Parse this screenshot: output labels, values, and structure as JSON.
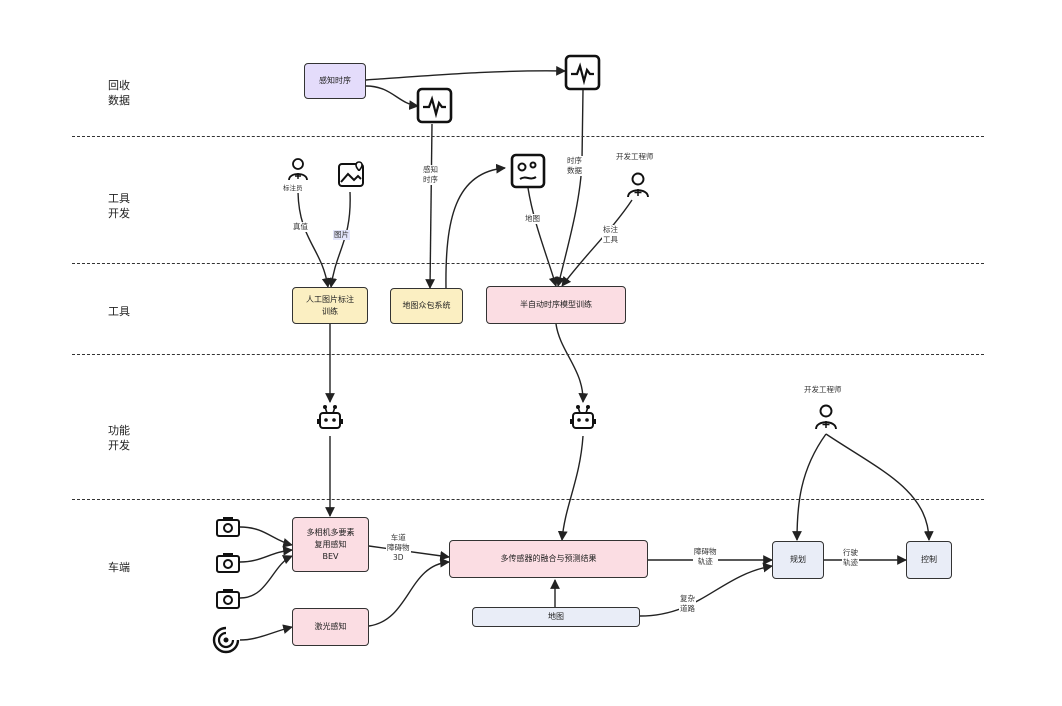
{
  "lanes": [
    {
      "label": "回收\n数据"
    },
    {
      "label": "工具\n开发"
    },
    {
      "label": "工具"
    },
    {
      "label": "功能\n开发"
    },
    {
      "label": "车端"
    }
  ],
  "nodes": {
    "perception_timing": "感知时序",
    "manual_image_labeling": "人工图片标注\n训练",
    "map_crowdsourcing": "地图众包系统",
    "semi_auto_timing_training": "半自动时序模型训练",
    "multi_camera_bev": "多相机多要素\n复用感知\nBEV",
    "lidar_perception": "激光感知",
    "multi_sensor_fusion": "多传感器的融合与预测结果",
    "map": "地图",
    "planning": "规划",
    "control": "控制"
  },
  "edge_labels": {
    "perception_timing_2": "感知\n时序",
    "timing_data": "时序\n数据",
    "true_value": "真值",
    "image": "图片",
    "map_edge": "地图",
    "annotation_tool": "标注\n工具",
    "lane_obstacle_3d": "车道\n障碍物\n3D",
    "obstacle_trajectory": "障碍物\n轨迹",
    "complex_road": "复杂\n道路",
    "driving_trajectory": "行驶\n轨迹"
  },
  "people": {
    "annotator": "标注员",
    "dev_engineer_top": "开发工程师",
    "dev_engineer_right": "开发工程师"
  },
  "icons": {
    "waveform_1": "waveform-icon",
    "waveform_2": "waveform-icon",
    "map_pin": "map-pin-icon",
    "picture": "image-icon",
    "robot_1": "robot-icon",
    "robot_2": "robot-icon",
    "camera": "camera-icon",
    "lidar": "lidar-icon",
    "person": "person-icon"
  },
  "colors": {
    "purple": "#e4dcfb",
    "yellow": "#fbefc2",
    "pink": "#fbdde3",
    "blue": "#e9edf7",
    "stroke": "#333333"
  }
}
